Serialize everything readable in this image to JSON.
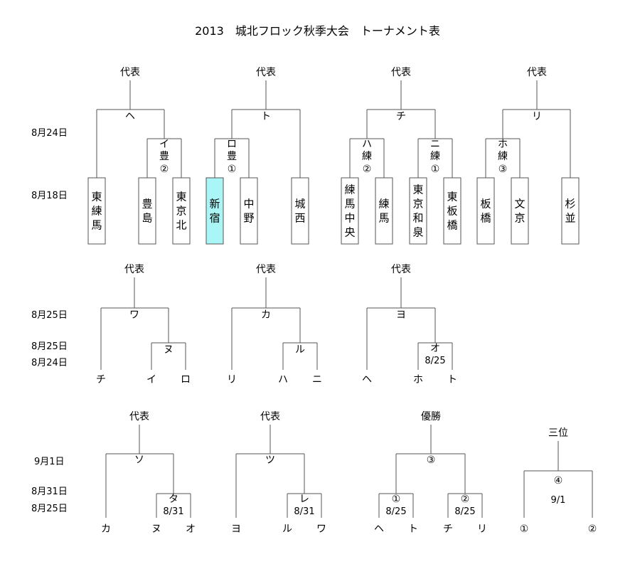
{
  "title": "2013　城北フロック秋季大会　トーナメント表",
  "dates": {
    "aug24": "8月24日",
    "aug18": "8月18日",
    "aug25a": "8月25日",
    "aug25b": "8月25日",
    "aug24b": "8月24日",
    "sep1": "9月1日",
    "aug31": "8月31日",
    "aug25c": "8月25日"
  },
  "rep": "代表",
  "champion": "優勝",
  "third_place": "三位",
  "section1": {
    "block_he": {
      "label": "ヘ",
      "sub_label": "イ",
      "sub_venue": "豊",
      "sub_num": "②",
      "teams": [
        "東練馬",
        "豊島",
        "東京北"
      ]
    },
    "block_to": {
      "label": "ト",
      "sub_label": "ロ",
      "sub_venue": "豊",
      "sub_num": "①",
      "teams": [
        "新宿",
        "中野",
        "城西"
      ],
      "highlight": "新宿",
      "highlight_color": "#aaf5f5"
    },
    "block_chi": {
      "label": "チ",
      "sub1_label": "ハ",
      "sub1_venue": "練",
      "sub1_num": "②",
      "sub2_label": "ニ",
      "sub2_venue": "練",
      "sub2_num": "①",
      "teams": [
        "練馬中央",
        "練馬",
        "東京和泉",
        "東板橋"
      ]
    },
    "block_ri": {
      "label": "リ",
      "sub_label": "ホ",
      "sub_venue": "練",
      "sub_num": "③",
      "teams": [
        "板橋",
        "文京",
        "杉並"
      ]
    }
  },
  "section2": {
    "wa": {
      "label": "ワ",
      "sub_label": "ヌ",
      "leaves": [
        "チ",
        "イ",
        "ロ"
      ]
    },
    "ka": {
      "label": "カ",
      "sub_label": "ル",
      "leaves": [
        "リ",
        "ハ",
        "ニ"
      ]
    },
    "yo": {
      "label": "ヨ",
      "sub_label": "オ",
      "sub_date": "8/25",
      "leaves": [
        "ヘ",
        "ホ",
        "ト"
      ]
    }
  },
  "section3": {
    "so": {
      "label": "ソ",
      "sub_label": "タ",
      "sub_date": "8/31",
      "leaves": [
        "カ",
        "ヌ",
        "オ"
      ]
    },
    "tsu": {
      "label": "ツ",
      "sub_label": "レ",
      "sub_date": "8/31",
      "leaves": [
        "ヨ",
        "ル",
        "ワ"
      ]
    },
    "final": {
      "label": "③",
      "sub1_label": "①",
      "sub1_date": "8/25",
      "sub2_label": "②",
      "sub2_date": "8/25",
      "leaves": [
        "ヘ",
        "ト",
        "チ",
        "リ"
      ]
    },
    "third": {
      "label": "④",
      "date": "9/1",
      "leaves": [
        "①",
        "②"
      ]
    }
  }
}
